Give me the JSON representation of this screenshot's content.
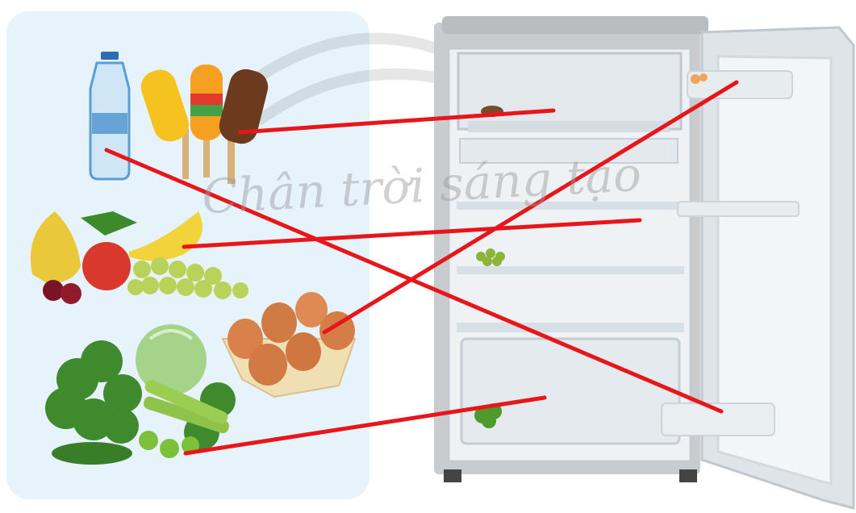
{
  "watermark": {
    "text": "Chân trời sáng tạo"
  },
  "colors": {
    "panel": "#e6f3fb",
    "fridge_body": "#c9ccce",
    "fridge_inside": "#eef2f4",
    "shelf": "#d7e0e6",
    "door": "#f3f6f8",
    "match_line": "#e8161b"
  },
  "food_items": [
    "water-bottle",
    "ice-cream-bars",
    "fruits",
    "eggs",
    "vegetables"
  ],
  "fridge_zones": [
    "freezer-compartment",
    "middle-shelf",
    "crisper-drawer",
    "door-egg-rack",
    "door-bottle-shelf"
  ],
  "matches": [
    {
      "item": "ice-cream-bars",
      "zone": "freezer-compartment"
    },
    {
      "item": "water-bottle",
      "zone": "door-bottle-shelf"
    },
    {
      "item": "fruits",
      "zone": "middle-shelf"
    },
    {
      "item": "eggs",
      "zone": "door-egg-rack"
    },
    {
      "item": "vegetables",
      "zone": "crisper-drawer"
    }
  ]
}
